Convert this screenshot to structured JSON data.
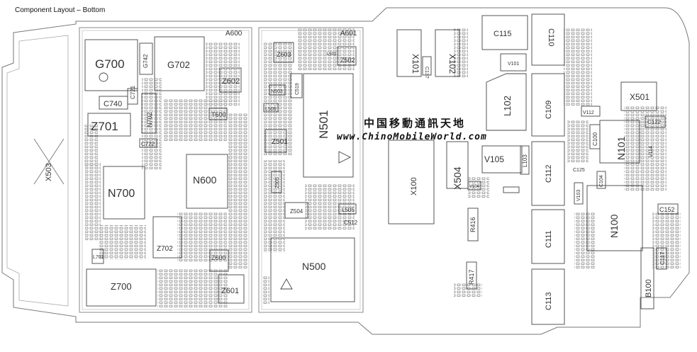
{
  "title": "Component Layout – Bottom",
  "watermark": {
    "line1": "中国移動通訊天地",
    "line2": "www.ChinoMobileWorld.com"
  },
  "sections": {
    "left": "A600",
    "middle": "A601"
  },
  "components": {
    "g700": "G700",
    "g702": "G702",
    "g742": "G742",
    "c740": "C740",
    "c721": "C721",
    "n702": "N702",
    "z602": "Z602",
    "z701": "Z701",
    "t600": "T600",
    "c722": "C722",
    "n700": "N700",
    "n600": "N600",
    "z702": "Z702",
    "z600": "Z600",
    "z700": "Z700",
    "z601": "Z601",
    "l701": "L701",
    "x503": "X503",
    "z603": "Z603",
    "z502": "Z502",
    "n503": "N503",
    "c519": "C519",
    "n501": "N501",
    "z501": "Z501",
    "z505": "Z505",
    "z504": "Z504",
    "l505": "L505",
    "c512": "C512",
    "n500": "N500",
    "l506": "L506",
    "l502": "L502",
    "x101": "X101",
    "x102": "X102",
    "c137": "C137",
    "v101": "V101",
    "c115": "C115",
    "l102": "L102",
    "x100": "X100",
    "x504": "X504",
    "v105": "V105",
    "l103": "L103",
    "v104": "V104",
    "r416": "R416",
    "r417": "R417",
    "c110": "C110",
    "c109": "C109",
    "c112": "C112",
    "c111": "C111",
    "c113": "C113",
    "x501": "X501",
    "c122": "C122",
    "v112": "V112",
    "n101": "N101",
    "c100": "C100",
    "v114": "V114",
    "v103": "V103",
    "c104": "C104",
    "c125": "C125",
    "n100": "N100",
    "c152": "C152",
    "c117": "C117",
    "b100": "B100"
  }
}
